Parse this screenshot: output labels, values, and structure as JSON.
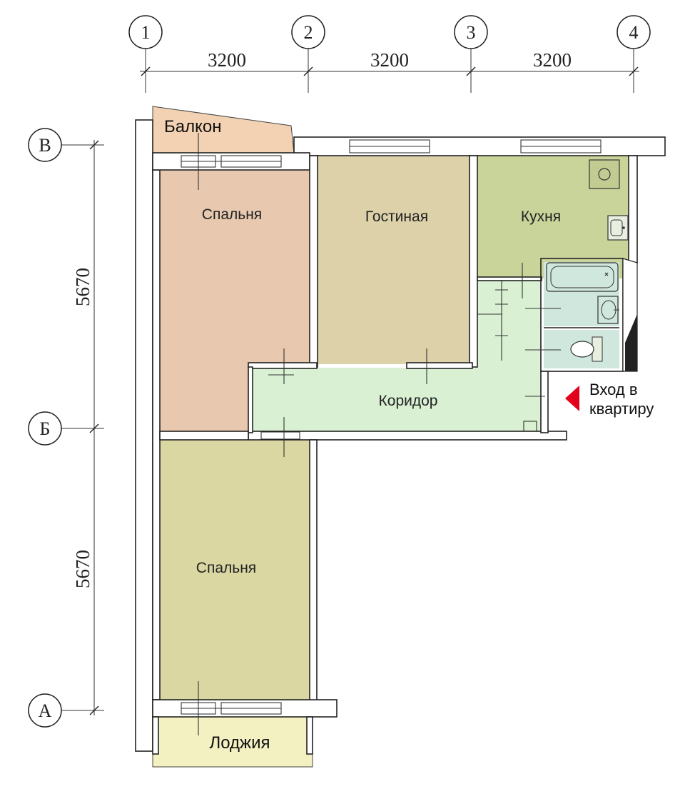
{
  "axes_columns": [
    {
      "label": "1"
    },
    {
      "label": "2"
    },
    {
      "label": "3"
    },
    {
      "label": "4"
    }
  ],
  "axes_rows": [
    {
      "label": "В"
    },
    {
      "label": "Б"
    },
    {
      "label": "А"
    }
  ],
  "dimensions": {
    "horizontal": [
      "3200",
      "3200",
      "3200"
    ],
    "vertical": [
      "5670",
      "5670"
    ]
  },
  "rooms": {
    "balcony": "Балкон",
    "bedroom_top": "Спальня",
    "living_room": "Гостиная",
    "kitchen": "Кухня",
    "corridor": "Коридор",
    "bedroom_bottom": "Спальня",
    "loggia": "Лоджия"
  },
  "entry": {
    "line1": "Вход в",
    "line2": "квартиру",
    "arrow_color": "#e2001a"
  },
  "colors": {
    "bedroom_top": "#e8c8ae",
    "living_room": "#dcd1a9",
    "kitchen": "#c9d49a",
    "corridor": "#d9f0d3",
    "bath": "#cfe7dc",
    "bedroom_bottom": "#dad7a3",
    "balcony": "#f2d2b2",
    "loggia": "#f3f0c1"
  }
}
